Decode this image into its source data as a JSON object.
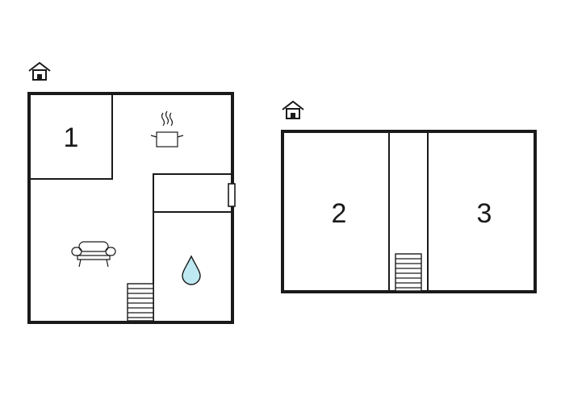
{
  "floorplan": {
    "ground_floor": {
      "rooms": [
        {
          "number": "1"
        }
      ],
      "icons": [
        "house-icon",
        "kitchen-pot-icon",
        "sofa-icon",
        "water-drop-icon",
        "stairs-icon",
        "window-icon"
      ]
    },
    "upper_floor": {
      "rooms": [
        {
          "number": "2"
        },
        {
          "number": "3"
        }
      ],
      "icons": [
        "house-icon",
        "stairs-icon"
      ]
    },
    "colors": {
      "wall": "#1a1a1a",
      "water": "#bfe9f2",
      "background": "#ffffff"
    }
  }
}
